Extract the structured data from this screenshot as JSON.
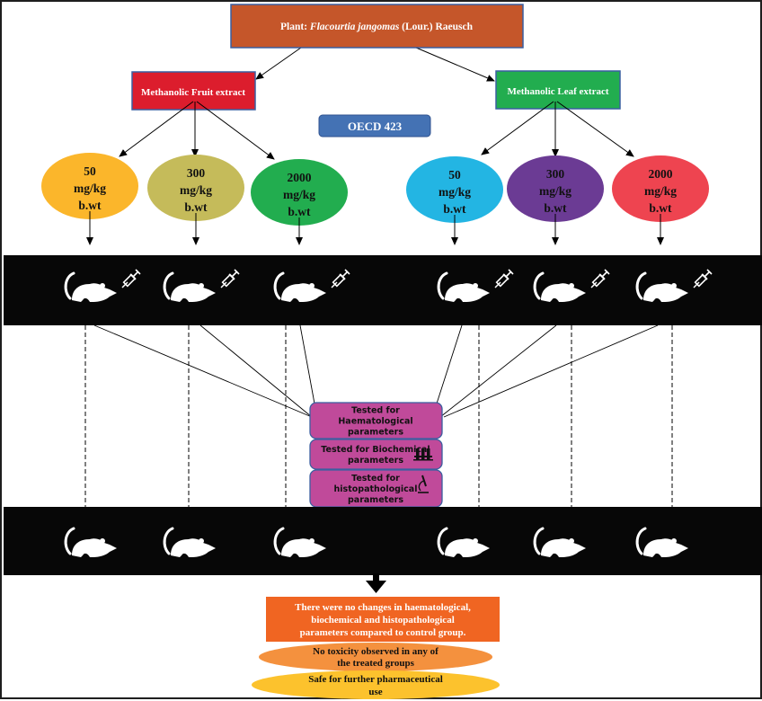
{
  "plant": {
    "prefix": "Plant: ",
    "species": "Flacourtia jangomas",
    "suffix": " (Lour.) Raeusch",
    "color": "#c5562a"
  },
  "extracts": [
    {
      "label": "Methanolic Fruit extract",
      "color": "#dc1d2d"
    },
    {
      "label": "Methanolic Leaf extract",
      "color": "#22ad4f"
    }
  ],
  "guideline": {
    "label": "OECD 423",
    "color": "#4472b4"
  },
  "doses": [
    {
      "value": "50",
      "unit": "mg/kg",
      "basis": "b.wt",
      "color": "#fbb62b",
      "group": "fruit"
    },
    {
      "value": "300",
      "unit": "mg/kg",
      "basis": "b.wt",
      "color": "#c5bb5a",
      "group": "fruit"
    },
    {
      "value": "2000",
      "unit": "mg/kg",
      "basis": "b.wt",
      "color": "#22ad4f",
      "group": "fruit"
    },
    {
      "value": "50",
      "unit": "mg/kg",
      "basis": "b.wt",
      "color": "#23b5e3",
      "group": "leaf"
    },
    {
      "value": "300",
      "unit": "mg/kg",
      "basis": "b.wt",
      "color": "#6b3b94",
      "group": "leaf"
    },
    {
      "value": "2000",
      "unit": "mg/kg",
      "basis": "b.wt",
      "color": "#ee4450",
      "group": "leaf"
    }
  ],
  "bands": {
    "treated": {
      "icon": "rat-with-syringe-icon",
      "count": 6
    },
    "after": {
      "icon": "rat-icon",
      "count": 6
    }
  },
  "tests": [
    {
      "lines": [
        "Tested for",
        "Haematological",
        "parameters"
      ],
      "icon": null
    },
    {
      "lines": [
        "Tested for Biochemical",
        "parameters"
      ],
      "icon": "test-tubes-icon"
    },
    {
      "lines": [
        "Tested for",
        "histopathological",
        "parameters"
      ],
      "icon": "microscope-icon"
    }
  ],
  "test_color": "#c04a9a",
  "results": {
    "finding": {
      "lines": [
        "There were no changes in haematological,",
        "biochemical and histopathological",
        "parameters compared to control group."
      ],
      "color": "#f06522"
    },
    "toxicity": {
      "lines": [
        "No toxicity observed in any of",
        "the treated groups"
      ],
      "color": "#f4913e"
    },
    "safety": {
      "lines": [
        "Safe for further pharmaceutical",
        "use"
      ],
      "color": "#fcc22d"
    }
  }
}
